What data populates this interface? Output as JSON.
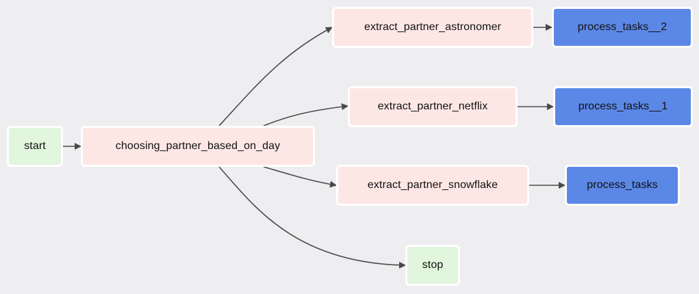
{
  "diagram": {
    "nodes": {
      "start": {
        "label": "start",
        "color": "#e2f5dd"
      },
      "choose": {
        "label": "choosing_partner_based_on_day",
        "color": "#fde7e4"
      },
      "astronomer": {
        "label": "extract_partner_astronomer",
        "color": "#fde7e4"
      },
      "netflix": {
        "label": "extract_partner_netflix",
        "color": "#fde7e4"
      },
      "snowflake": {
        "label": "extract_partner_snowflake",
        "color": "#fde7e4"
      },
      "stop": {
        "label": "stop",
        "color": "#e2f5dd"
      },
      "process2": {
        "label": "process_tasks__2",
        "color": "#5b87e6"
      },
      "process1": {
        "label": "process_tasks__1",
        "color": "#5b87e6"
      },
      "process": {
        "label": "process_tasks",
        "color": "#5b87e6"
      }
    },
    "edges": [
      {
        "from": "start",
        "to": "choose"
      },
      {
        "from": "choose",
        "to": "astronomer"
      },
      {
        "from": "choose",
        "to": "netflix"
      },
      {
        "from": "choose",
        "to": "snowflake"
      },
      {
        "from": "choose",
        "to": "stop"
      },
      {
        "from": "astronomer",
        "to": "process2"
      },
      {
        "from": "netflix",
        "to": "process1"
      },
      {
        "from": "snowflake",
        "to": "process"
      }
    ],
    "colors": {
      "background": "#eeeef1",
      "edge": "#4a4a4a"
    }
  }
}
